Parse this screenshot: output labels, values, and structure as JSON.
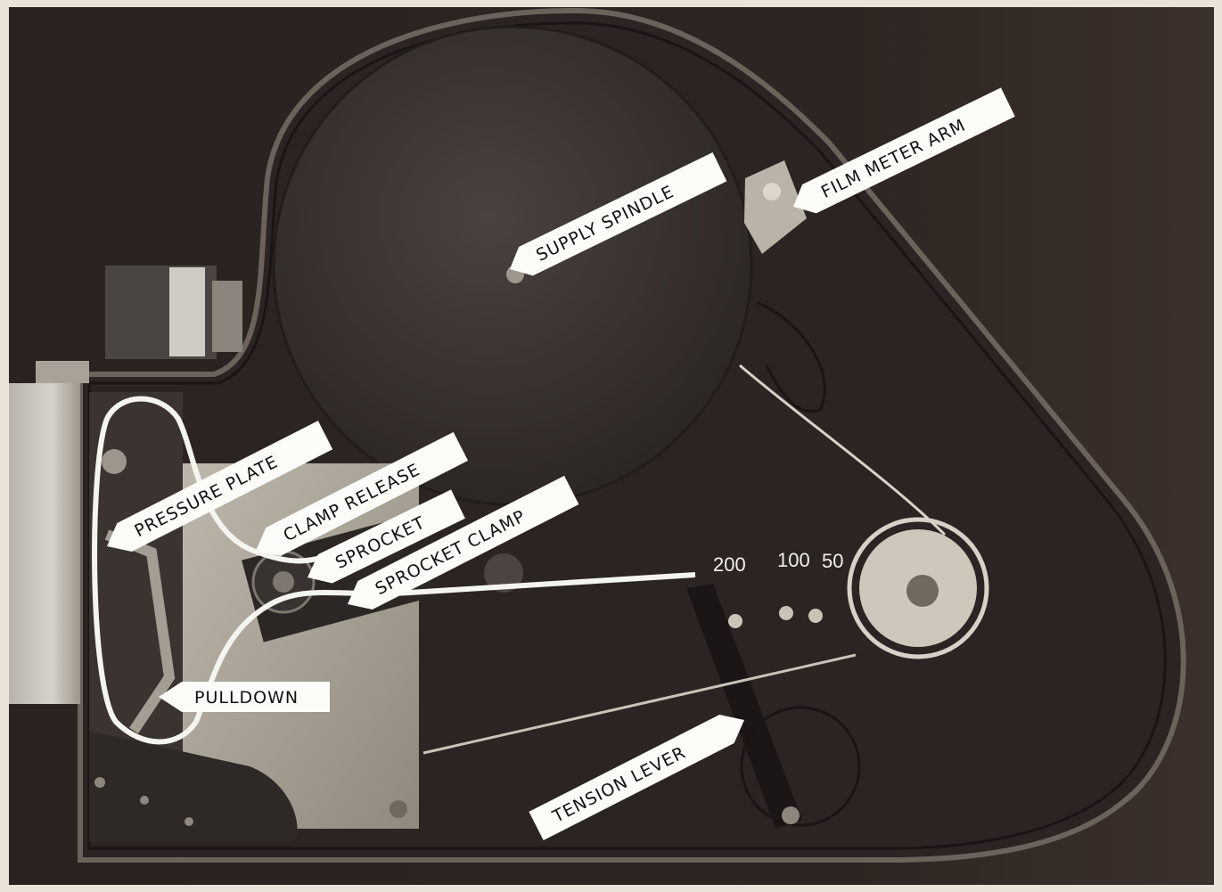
{
  "labels": {
    "supply_spindle": "SUPPLY SPINDLE",
    "film_meter_arm": "FILM METER ARM",
    "pressure_plate": "PRESSURE PLATE",
    "clamp_release": "CLAMP RELEASE",
    "sprocket": "SPROCKET",
    "sprocket_clamp": "SPROCKET CLAMP",
    "pulldown": "PULLDOWN",
    "tension_lever": "TENSION LEVER"
  },
  "scale": {
    "s200": "200",
    "s100": "100",
    "s50": "50"
  },
  "colors": {
    "background": "#2a2220",
    "body": "#2b2422",
    "reel": "#3a3331",
    "film": "#f5f5f0",
    "label": "#fbfbf7"
  }
}
